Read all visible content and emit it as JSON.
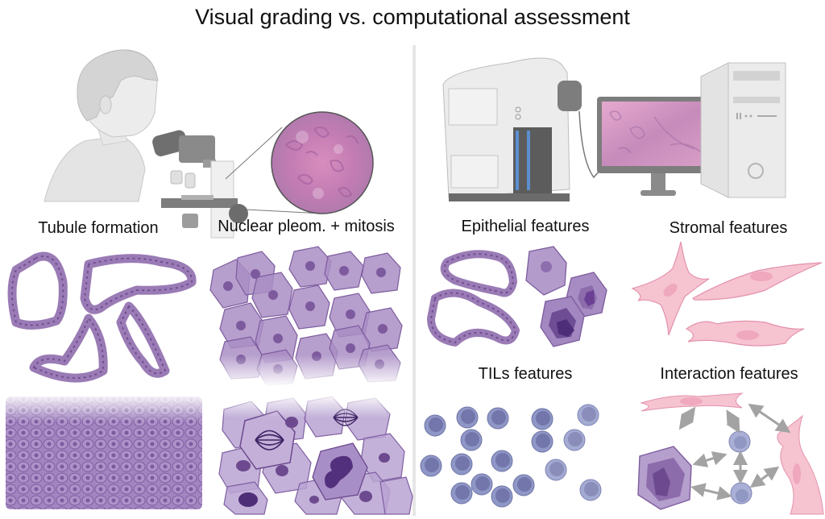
{
  "title": "Visual grading vs. computational assessment",
  "left_panel": {
    "scene": "pathologist-with-microscope",
    "magnified_view": "H&E tissue magnification",
    "labels": {
      "tubule": "Tubule formation",
      "nuclear": "Nuclear pleom. + mitosis"
    }
  },
  "right_panel": {
    "scene": "slide-scanner-monitor-computer",
    "labels": {
      "epithelial": "Epithelial features",
      "stromal": "Stromal features",
      "tils": "TILs features",
      "interaction": "Interaction features"
    }
  },
  "colors": {
    "epithelial_purple": "#9a7bb5",
    "epithelial_dark": "#6d4a8f",
    "stromal_pink": "#f4bccb",
    "til_blue": "#8f97c6",
    "til_dark": "#6e6fa3",
    "arrow_gray": "#a3a3a3",
    "device_gray": "#d9d9d9",
    "he_pink": "#c77cae",
    "divider": "#e6e6e6"
  }
}
